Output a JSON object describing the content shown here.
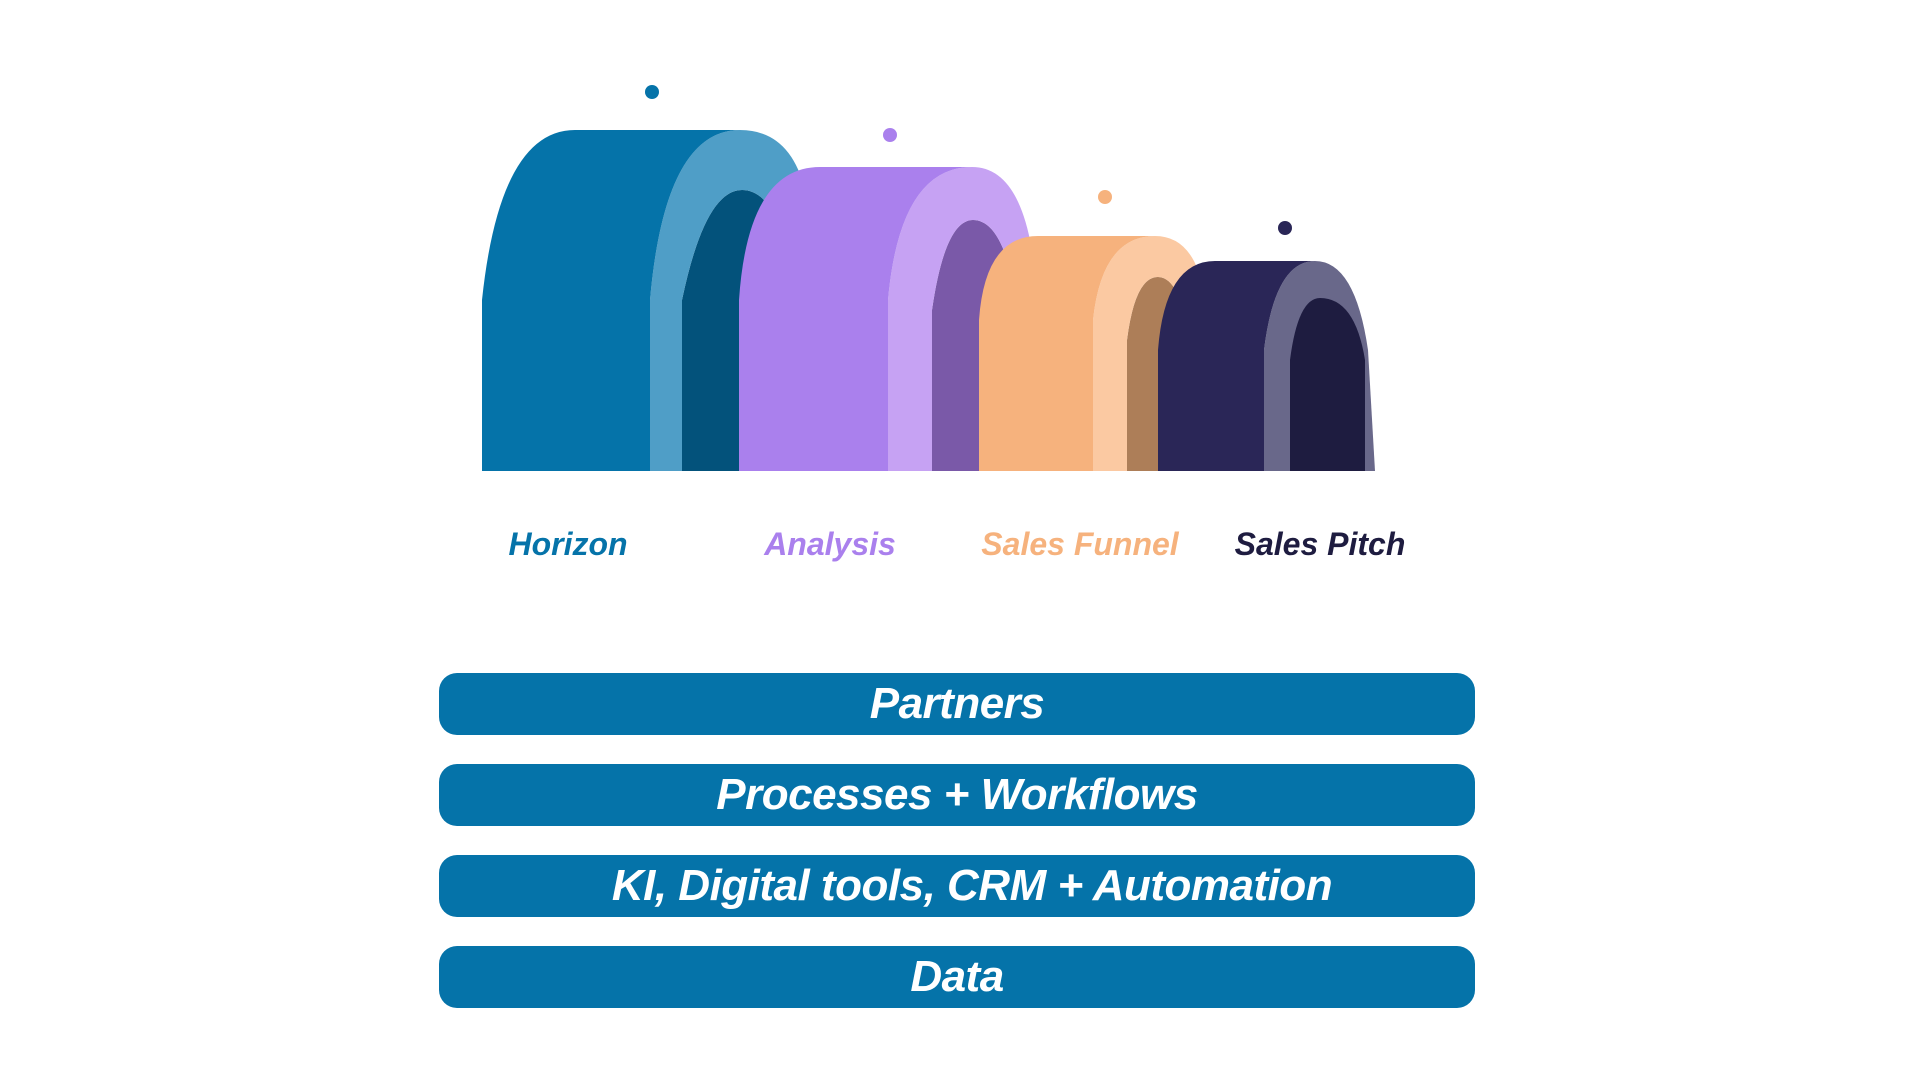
{
  "arches": [
    {
      "label": "Horizon",
      "color": "#0573a9",
      "side": "#4f9ec7",
      "inner": "#03527b",
      "dot": "#0573a9"
    },
    {
      "label": "Analysis",
      "color": "#aa80ed",
      "side": "#c6a2f3",
      "inner": "#7a59a8",
      "dot": "#aa80ed"
    },
    {
      "label": "Sales Funnel",
      "color": "#f6b27d",
      "side": "#fbc9a2",
      "inner": "#ad7e58",
      "dot": "#f6b27d"
    },
    {
      "label": "Sales Pitch",
      "color": "#2a2657",
      "side": "#69688a",
      "inner": "#1e1c40",
      "dot": "#2a2657"
    }
  ],
  "bars": [
    {
      "label": "Partners"
    },
    {
      "label": "Processes + Workflows"
    },
    {
      "label": "KI, Digital tools, CRM + Automation"
    },
    {
      "label": "Data"
    }
  ],
  "bar_color": "#0573a9",
  "label_dark_color": "#1e1c40"
}
